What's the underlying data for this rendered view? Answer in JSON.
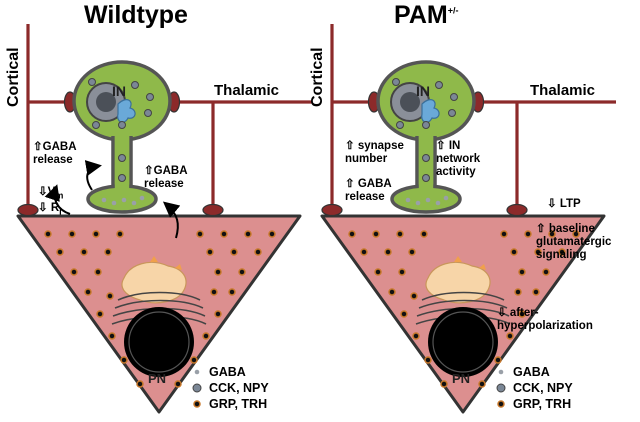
{
  "panels": [
    {
      "title": "Wildtype",
      "cortical": "Cortical",
      "thalamic": "Thalamic",
      "interneuron": "IN",
      "pyramidal_neuron": "PN",
      "notes": {
        "gaba_release_left": [
          "⇧GABA",
          "release"
        ],
        "vm": "⇩V",
        "vm_sub": "m",
        "ri": "⇩ R",
        "ri_sub": "i",
        "gaba_release_right": [
          "⇧GABA",
          "release"
        ]
      },
      "legend": [
        "GABA",
        "CCK, NPY",
        "GRP, TRH"
      ]
    },
    {
      "title": "PAM",
      "title_sup": "+/-",
      "cortical": "Cortical",
      "thalamic": "Thalamic",
      "interneuron": "IN",
      "pyramidal_neuron": "PN",
      "notes": {
        "synapse_number": [
          "⇧ synapse",
          "number"
        ],
        "in_network_activity": [
          "⇧ IN",
          "network",
          "activity"
        ],
        "gaba_release": [
          "⇧ GABA",
          "release"
        ],
        "ltp": "⇩ LTP",
        "baseline_glutamatergic": [
          "⇧ baseline",
          "glutamatergic",
          "signaling"
        ],
        "after_hyperpolarization": [
          "⇩ after-",
          "hyperpolarization"
        ]
      },
      "legend": [
        "GABA",
        "CCK, NPY",
        "GRP, TRH"
      ]
    }
  ],
  "colors": {
    "axon": "#8c2a2a",
    "interneuron_fill": "#8fb94a",
    "pn_fill": "#dc8f8f",
    "golgi": "#f7d5a8",
    "er": "#6aa9d8",
    "gaba_dot": "#9aa0a8",
    "cck_npy_dot": "#7b8796",
    "grp_trh_dot": "#c8782a"
  }
}
